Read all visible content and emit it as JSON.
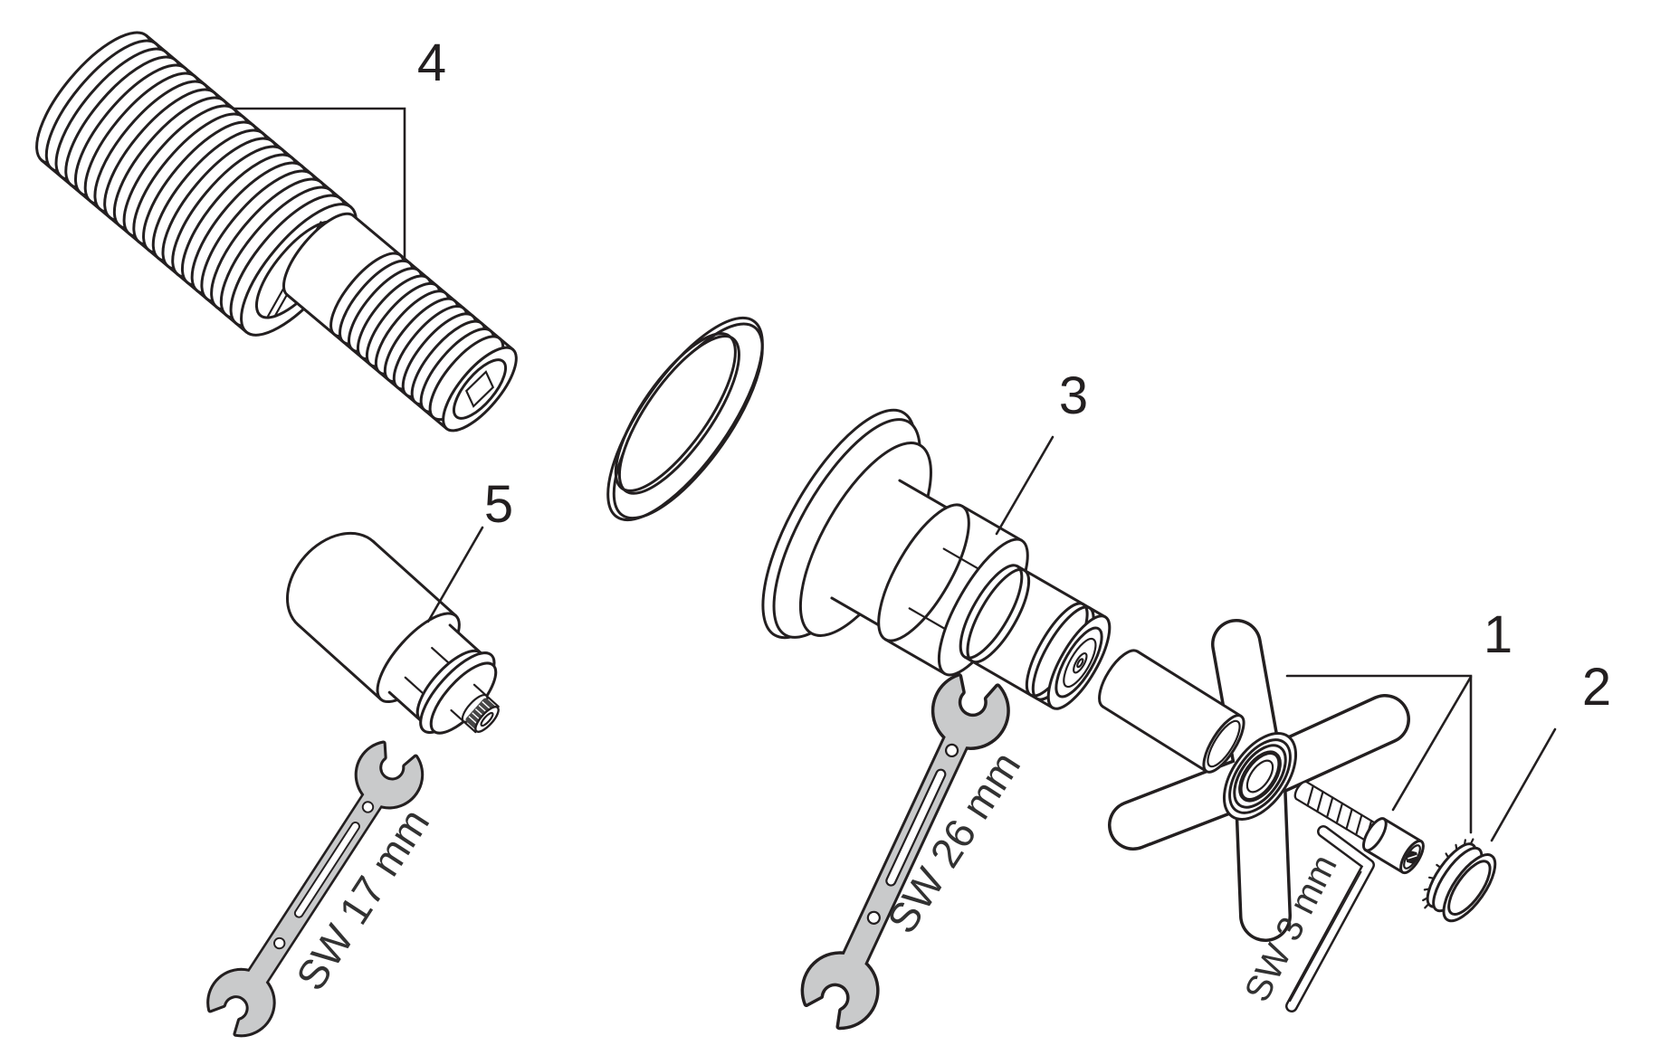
{
  "diagram": {
    "background_color": "#ffffff",
    "line_color": "#231f20",
    "tool_fill_color": "#c9cacb",
    "part_labels": {
      "item1": "1",
      "item2": "2",
      "item3": "3",
      "item4": "4",
      "item5": "5"
    },
    "tool_labels": {
      "open_end_wrench_17": "SW 17 mm",
      "open_end_wrench_26": "SW 26 mm",
      "hex_key_3": "SW 3 mm"
    }
  }
}
